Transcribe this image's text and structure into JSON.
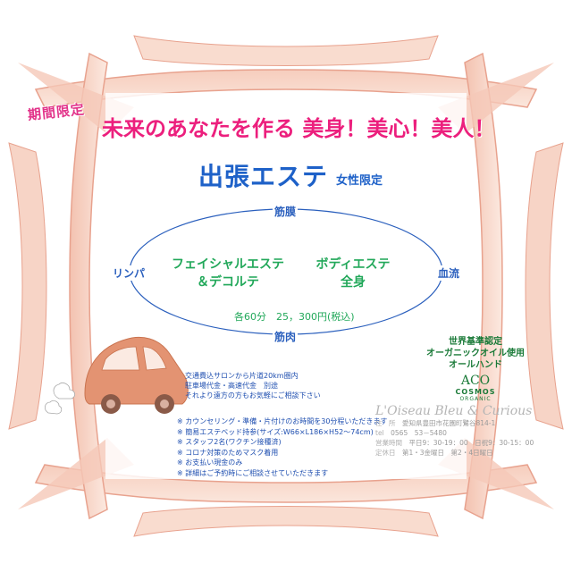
{
  "campaign": {
    "period_label": "期間限定",
    "headline": "未来のあなたを作る 美身！美心！美人！"
  },
  "service": {
    "title": "出張エステ",
    "subtitle": "女性限定"
  },
  "cycle": {
    "top": "筋膜",
    "left": "リンパ",
    "right": "血流",
    "bottom": "筋肉"
  },
  "menus": [
    {
      "line1": "フェイシャルエステ",
      "line2": "＆デコルテ"
    },
    {
      "line1": "ボディエステ",
      "line2": "全身"
    }
  ],
  "price": "各60分　25，300円(税込)",
  "organic": {
    "line1": "世界基準認定",
    "line2": "オーガニックオイル使用",
    "line3": "オールハンド",
    "logo_text": "ACO",
    "logo_sub1": "COSMOS",
    "logo_sub2": "ORGANIC"
  },
  "travel": [
    "交通費込サロンから片道20km圏内",
    "駐車場代金・高速代金　別途",
    "それより遠方の方もお気軽にご相談下さい"
  ],
  "notes_mark": "※",
  "notes": [
    "カウンセリング・準備・片付けのお時間を30分程いただきます",
    "簡易エステベッド持参(サイズ:W66×L186×H52〜74cm)",
    "スタッフ2名(ワクチン接種済)",
    "コロナ対策のためマスク着用",
    "お支払い現金のみ",
    "詳細はご予約時にご相談させていただきます"
  ],
  "shop": {
    "name_left": "L'Oiseau Bleu",
    "name_amp": "&",
    "name_right": "Curious",
    "rows": [
      {
        "label": "住　所",
        "value": "愛知県豊田市花園町鷺谷814-1"
      },
      {
        "label": "tel",
        "value": "0565　53－5480"
      },
      {
        "label": "営業時間",
        "value": "平日9：30-19：00　日祝9：30-15：00"
      },
      {
        "label": "定休日",
        "value": "第1・3金曜日　第2・4日曜日"
      }
    ]
  },
  "colors": {
    "frame": "#f4c4b4",
    "frame_edge": "#e8a28e",
    "car": "#e09070",
    "accent_pink": "#ec1f7d",
    "accent_blue": "#1e61c8",
    "accent_green": "#22a85a"
  }
}
